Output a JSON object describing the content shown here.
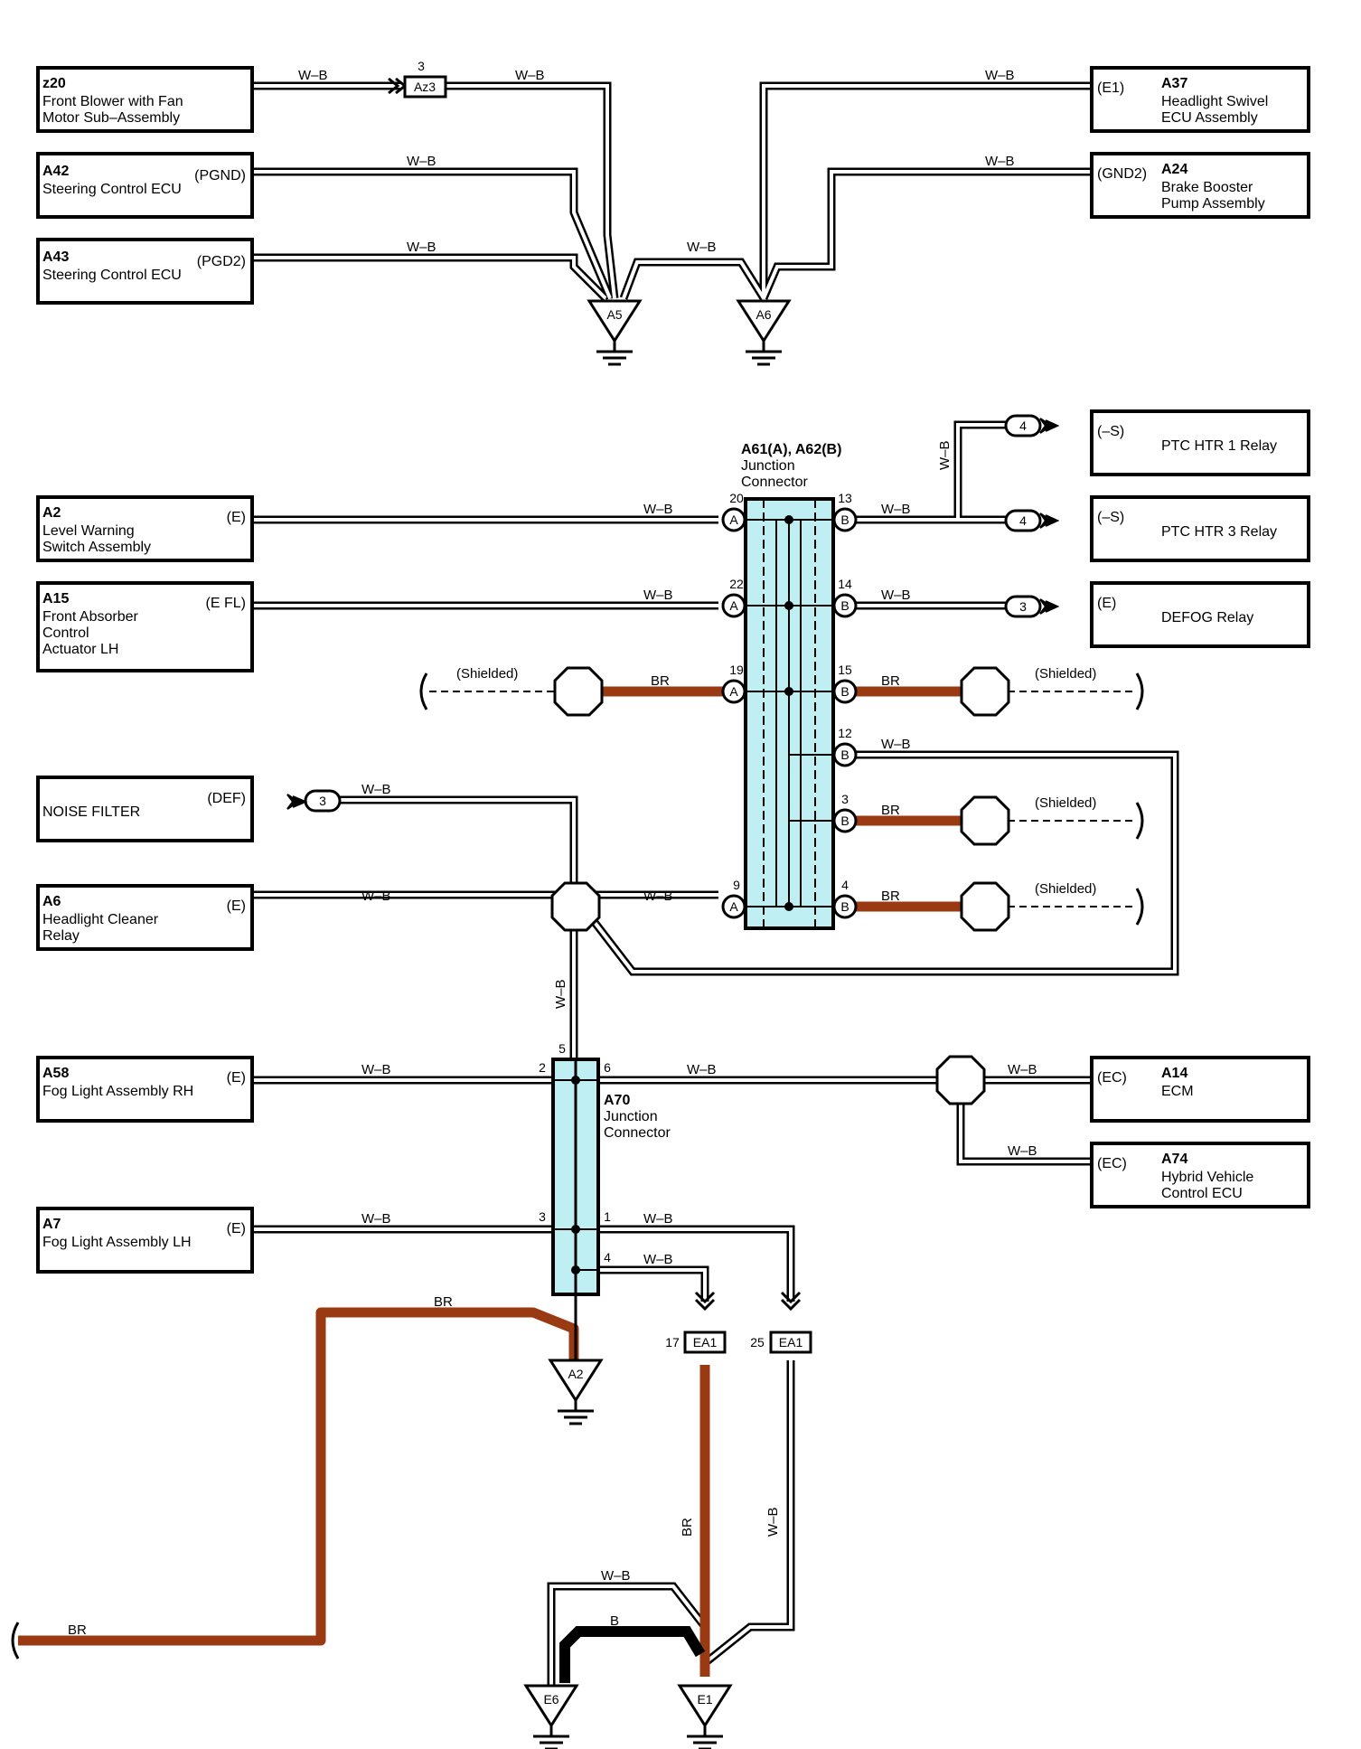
{
  "colors": {
    "wire_wb": "#000000",
    "wire_br": "#9a3a12",
    "wire_b": "#000000",
    "junction_fill": "#bfeff2"
  },
  "labels": {
    "wb": "W–B",
    "br": "BR",
    "b": "B",
    "shielded": "(Shielded)"
  },
  "components": {
    "z20": {
      "code": "z20",
      "line1": "Front Blower with Fan",
      "line2": "Motor Sub–Assembly",
      "line3": ""
    },
    "a42": {
      "code": "A42",
      "line1": "Steering Control ECU",
      "pin": "(PGND)"
    },
    "a43": {
      "code": "A43",
      "line1": "Steering Control ECU",
      "pin": "(PGD2)"
    },
    "a37": {
      "code": "A37",
      "line1": "Headlight Swivel",
      "line2": "ECU Assembly",
      "pin": "(E1)"
    },
    "a24": {
      "code": "A24",
      "line1": "Brake Booster",
      "line2": "Pump Assembly",
      "pin": "(GND2)"
    },
    "ptc1": {
      "name": "PTC HTR 1 Relay",
      "pin": "(–S)"
    },
    "ptc3": {
      "name": "PTC HTR 3 Relay",
      "pin": "(–S)"
    },
    "a2": {
      "code": "A2",
      "line1": "Level Warning",
      "line2": "Switch Assembly",
      "pin": "(E)"
    },
    "a15": {
      "code": "A15",
      "line1": "Front Absorber",
      "line2": "Control",
      "line3": "Actuator LH",
      "pin": "(E FL)"
    },
    "defog": {
      "name": "DEFOG Relay",
      "pin": "(E)"
    },
    "noise": {
      "name": "NOISE FILTER",
      "pin": "(DEF)"
    },
    "a6": {
      "code": "A6",
      "line1": "Headlight Cleaner",
      "line2": "Relay",
      "pin": "(E)"
    },
    "a58": {
      "code": "A58",
      "line1": "Fog Light Assembly RH",
      "pin": "(E)"
    },
    "a14": {
      "code": "A14",
      "line1": "ECM",
      "pin": "(EC)"
    },
    "a74": {
      "code": "A74",
      "line1": "Hybrid Vehicle",
      "line2": "Control ECU",
      "pin": "(EC)"
    },
    "a7": {
      "code": "A7",
      "line1": "Fog Light Assembly LH",
      "pin": "(E)"
    }
  },
  "connectors": {
    "az3": {
      "name": "Az3",
      "pin": "3"
    },
    "a61": {
      "title": "A61(A), A62(B)",
      "line1": "Junction",
      "line2": "Connector",
      "pins_left": [
        "20",
        "22",
        "19",
        "9"
      ],
      "pins_right": [
        "13",
        "14",
        "15",
        "12",
        "3",
        "4"
      ],
      "side_a": "A",
      "side_b": "B"
    },
    "a70": {
      "title": "A70",
      "line1": "Junction",
      "line2": "Connector",
      "pins": {
        "top": "5",
        "left_upper": "2",
        "right_upper": "6",
        "left_lower": "3",
        "right_lower": "1",
        "right_bottom": "4"
      }
    },
    "ea1": {
      "name": "EA1",
      "pin_a": "17",
      "pin_b": "25"
    },
    "plug_ptc1": "4",
    "plug_ptc3": "4",
    "plug_defog": "3",
    "plug_noise": "3"
  },
  "grounds": {
    "a5": "A5",
    "a6g": "A6",
    "a2g": "A2",
    "e6": "E6",
    "e1": "E1"
  }
}
